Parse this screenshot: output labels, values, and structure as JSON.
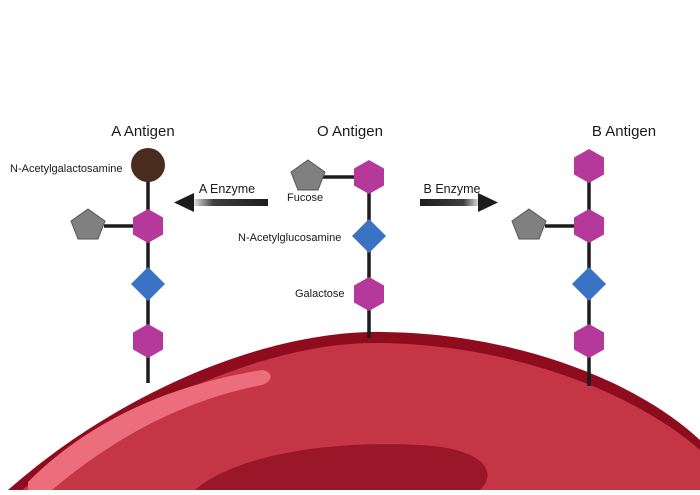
{
  "antigens": {
    "a": {
      "title": "A Antigen"
    },
    "o": {
      "title": "O Antigen"
    },
    "b": {
      "title": "B Antigen"
    }
  },
  "enzymes": {
    "a": {
      "label": "A Enzyme"
    },
    "b": {
      "label": "B Enzyme"
    }
  },
  "sugars": {
    "n_acetylgalactosamine": {
      "label": "N-Acetylgalactosamine",
      "color": "#4a2c1f"
    },
    "fucose": {
      "label": "Fucose",
      "color": "#808080"
    },
    "n_acetylglucosamine": {
      "label": "N-Acetylglucosamine",
      "color": "#3a72c4"
    },
    "galactose": {
      "label": "Galactose",
      "color": "#b5399a"
    }
  },
  "colors": {
    "cell_fill": "#c43546",
    "cell_rim": "#8e0c1e",
    "cell_highlight": "#ec6d7c",
    "cell_shadow": "#9a1629",
    "stalk": "#1c1c1c"
  }
}
